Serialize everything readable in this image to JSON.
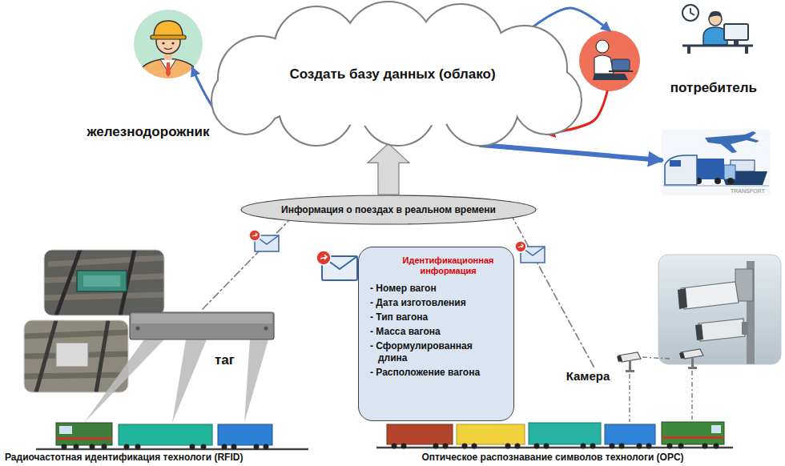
{
  "diagram": {
    "nodes": [
      {
        "text": [
          "Создать базу данных (облако)"
        ]
      },
      {
        "text": [
          "железнодорожник"
        ]
      },
      {
        "text": [
          "потребитель"
        ]
      },
      {
        "text": [
          "TRANSPORT"
        ]
      },
      {
        "text": [
          "Информация о поездах в реальном времени"
        ]
      },
      {
        "text": [
          "таг"
        ]
      },
      {
        "text": [
          "Идентификационная информация",
          "- Номер вагон",
          "- Дата изготовления",
          "- Тип вагона",
          "- Масса вагона",
          "- Сформулированная длина",
          "- Расположение вагона"
        ]
      },
      {
        "text": [
          "Камера"
        ]
      }
    ],
    "edges": [
      {
        "from": 0,
        "to": 1,
        "arrow": "to"
      },
      {
        "from": 0,
        "to": 2,
        "arrow": "to"
      },
      {
        "from": 2,
        "to": 0,
        "arrow": "to"
      },
      {
        "from": 0,
        "to": 3,
        "arrow": "to"
      },
      {
        "from": 4,
        "to": 0,
        "arrow": "to"
      },
      {
        "from": 5,
        "to": 4,
        "arrow": "none"
      },
      {
        "from": 7,
        "to": 4,
        "arrow": "none"
      }
    ],
    "labels": [
      "Радиочастотная идентификация технологи (RFID)",
      "Оптическое распознавание символов технологи (OPC)"
    ]
  }
}
